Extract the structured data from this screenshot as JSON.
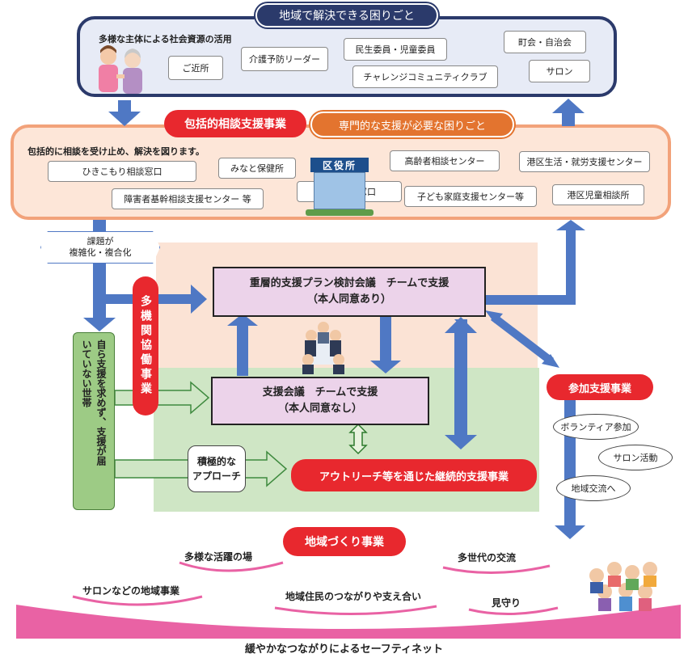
{
  "top_panel": {
    "title": "地域で解決できる困りごと",
    "subtitle": "多様な主体による社会資源の活用",
    "items": [
      "ご近所",
      "介護予防リーダー",
      "民生委員・児童委員",
      "チャレンジコミュニティクラブ",
      "町会・自治会",
      "サロン"
    ]
  },
  "middle_panel": {
    "badge_left": "包括的相談支援事業",
    "badge_right": "専門的な支援が必要な困りごと",
    "subtitle": "包括的に相談を受け止め、解決を図ります。",
    "items": [
      "ひきこもり相談窓口",
      "みなと保健所",
      "高齢者相談センター",
      "港区生活・就労支援センター",
      "障害者基幹相談支援センター 等",
      "福祉総合窓口",
      "子ども家庭支援センター等",
      "港区児童相談所"
    ],
    "building_sign": "区役所"
  },
  "complex": {
    "line1": "課題が",
    "line2": "複雑化・複合化"
  },
  "multi_agency": "多機関協働事業",
  "plan_meeting": {
    "line1": "重層的支援プラン検討会議　チームで支援",
    "line2": "（本人同意あり）"
  },
  "support_meeting": {
    "line1": "支援会議　チームで支援",
    "line2": "（本人同意なし）"
  },
  "vertical_box": {
    "col1": "自ら支援を求めず、支援が届",
    "col2": "いていない世帯"
  },
  "approach": {
    "line1": "積極的な",
    "line2": "アプローチ"
  },
  "outreach": "アウトリーチ等を通じた継続的支援事業",
  "participation": {
    "title": "参加支援事業",
    "items": [
      "ボランティア参加",
      "サロン活動",
      "地域交流へ"
    ]
  },
  "community": {
    "title": "地域づくり事業",
    "items": [
      "多様な活躍の場",
      "多世代の交流",
      "サロンなどの地域事業",
      "地域住民のつながりや支え合い",
      "見守り"
    ],
    "bottom": "緩やかなつながりによるセーフティネット"
  },
  "colors": {
    "navy": "#2b3a6b",
    "top_bg": "#e7ebf6",
    "orange_border": "#f2a27a",
    "orange_bg": "#fde6d8",
    "peach_zone": "#fbe3d5",
    "green_zone": "#cfe6c5",
    "lavender": "#ecd3ea",
    "red": "#e8282e",
    "blue_arrow": "#4f78c4",
    "pink": "#e962a4",
    "green_box": "#9dcb85"
  }
}
